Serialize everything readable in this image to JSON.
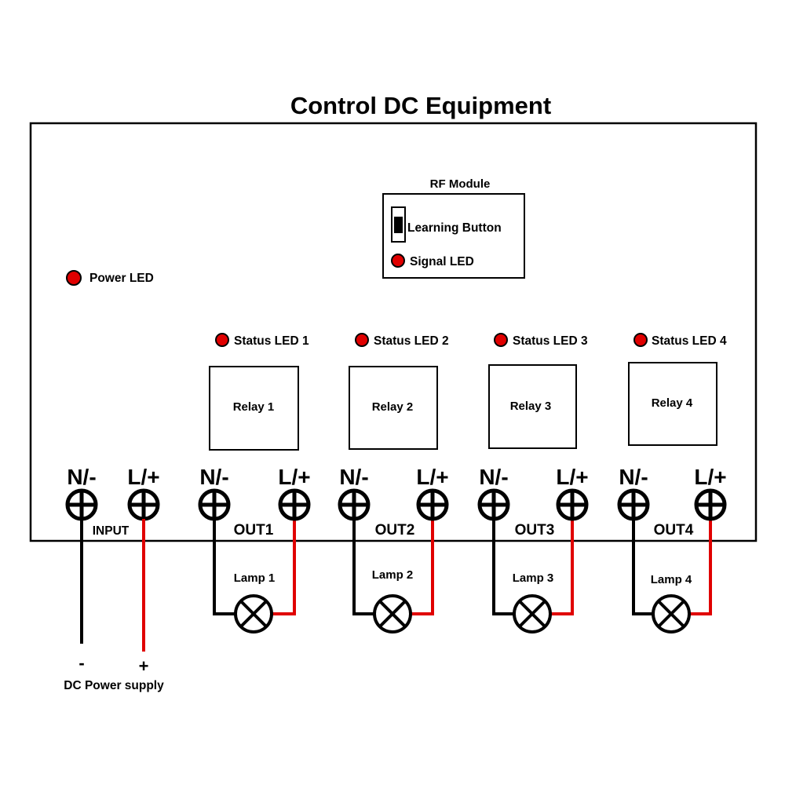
{
  "title": "Control DC Equipment",
  "rf_module": {
    "label": "RF Module",
    "learning_button": "Learning Button",
    "signal_led": "Signal LED"
  },
  "power_led": "Power LED",
  "input": {
    "label": "INPUT",
    "neg": "N/-",
    "pos": "L/+"
  },
  "channels": [
    {
      "status_led": "Status LED 1",
      "relay": "Relay 1",
      "out": "OUT1",
      "neg": "N/-",
      "pos": "L/+",
      "lamp": "Lamp 1"
    },
    {
      "status_led": "Status LED 2",
      "relay": "Relay 2",
      "out": "OUT2",
      "neg": "N/-",
      "pos": "L/+",
      "lamp": "Lamp 2"
    },
    {
      "status_led": "Status LED 3",
      "relay": "Relay 3",
      "out": "OUT3",
      "neg": "N/-",
      "pos": "L/+",
      "lamp": "Lamp 3"
    },
    {
      "status_led": "Status LED 4",
      "relay": "Relay 4",
      "out": "OUT4",
      "neg": "N/-",
      "pos": "L/+",
      "lamp": "Lamp 4"
    }
  ],
  "power_supply": {
    "neg": "-",
    "pos": "+",
    "label": "DC Power supply"
  },
  "colors": {
    "led": "#e00000",
    "positive_wire": "#e00000",
    "negative_wire": "#000000"
  }
}
